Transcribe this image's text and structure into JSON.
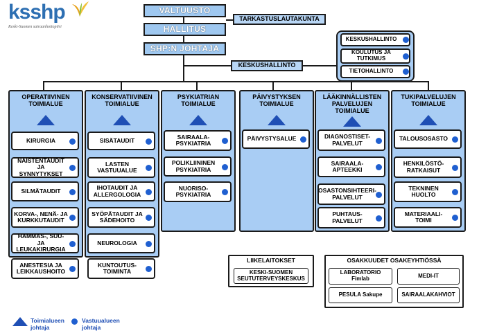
{
  "logo": {
    "text": "ksshp",
    "subtitle": "Keski-Suomen sairaanhoitopiiri"
  },
  "top": {
    "valtuusto": "VALTUUSTO",
    "tarkastus": "TARKASTUSLAUTAKUNTA",
    "hallitus": "HALLITUS",
    "johtaja": "SHP:N JOHTAJA",
    "keskushallinto": "KESKUSHALLINTO"
  },
  "keskushallinto_units": [
    "KESKUSHALLINTO",
    "KOULUTUS JA\nTUTKIMUS",
    "TIETOHALLINTO"
  ],
  "columns": [
    {
      "title": "OPERATIIVINEN\nTOIMIALUE",
      "units": [
        "KIRURGIA",
        "NAISTENTAUDIT JA\nSYNNYTYKSET",
        "SILMÄTAUDIT",
        "KORVA-, NENÄ- JA\nKURKKUTAUDIT",
        "HAMMAS-, SUU- JA\nLEUKAKIRURGIA",
        "ANESTESIA JA\nLEIKKAUSHOITO"
      ]
    },
    {
      "title": "KONSERVATIIVINEN\nTOIMIALUE",
      "units": [
        "SISÄTAUDIT",
        "LASTEN\nVASTUUALUE",
        "IHOTAUDIT JA\nALLERGOLOGIA",
        "SYÖPÄTAUDIT JA\nSÄDEHOITO",
        "NEUROLOGIA",
        "KUNTOUTUS-\nTOIMINTA"
      ]
    },
    {
      "title": "PSYKIATRIAN\nTOIMIALUE",
      "units": [
        "SAIRAALA-\nPSYKIATRIA",
        "POLIKLIININEN\nPSYKIATRIA",
        "NUORISO-\nPSYKIATRIA"
      ]
    },
    {
      "title": "PÄIVYSTYKSEN\nTOIMIALUE",
      "units": [
        "PÄIVYSTYSALUE"
      ]
    },
    {
      "title": "LÄÄKINNÄLLISTEN\nPALVELUJEN\nTOIMIALUE",
      "units": [
        "DIAGNOSTISET-\nPALVELUT",
        "SAIRAALA-\nAPTEEKKI",
        "OSASTONSIHTEERI-\nPALVELUT",
        "PUHTAUS-\nPALVELUT"
      ]
    },
    {
      "title": "TUKIPALVELUJEN\nTOIMIALUE",
      "units": [
        "TALOUSOSASTO",
        "HENKILÖSTÖ-\nRATKAISUT",
        "TEKNINEN\nHUOLTO",
        "MATERIAALI-\nTOIMI"
      ]
    }
  ],
  "liikelaitokset": {
    "title": "LIIKELAITOKSET",
    "unit": "KESKI-SUOMEN\nSEUTUTERVEYSKESKUS"
  },
  "osakkuudet": {
    "title": "OSAKKUUDET OSAKEYHTIÖSSÄ",
    "units": [
      "LABORATORIO\nFimlab",
      "MEDI-IT",
      "PESULA Sakupe",
      "SAIRAALAKAHVIOT"
    ]
  },
  "legend": {
    "triangle": "Toimialueen\njohtaja",
    "dot": "Vastuualueen\njohtaja"
  },
  "colors": {
    "column": "#a9cdf4",
    "top": "#9fc8f0",
    "marker": "#1f5fd0",
    "triangle": "#1f4fb5"
  }
}
